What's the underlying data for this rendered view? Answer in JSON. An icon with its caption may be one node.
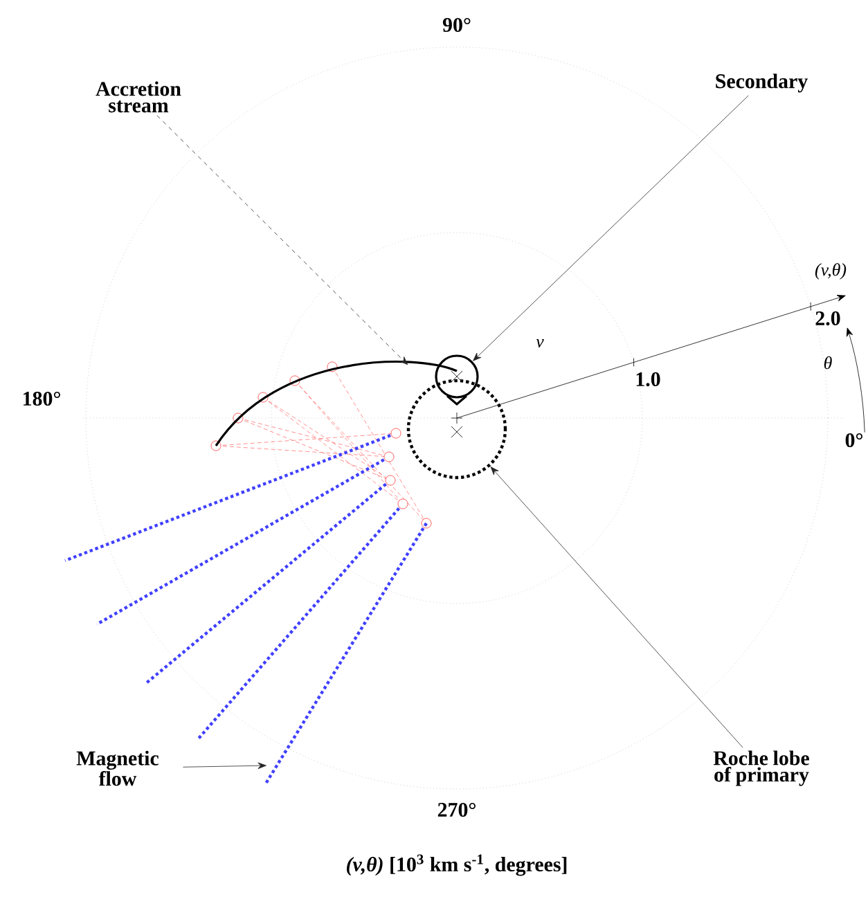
{
  "diagram": {
    "caption": "*(v,θ)* [10$^{3}$ km s$^{-1}$, degrees]",
    "nodes": [
      {
        "text": [
          "Accretion stream"
        ]
      },
      {
        "text": [
          "Secondary"
        ]
      },
      {
        "text": [
          "Magnetic flow"
        ]
      },
      {
        "text": [
          "Roche lobe of primary"
        ]
      },
      {
        "text": [],
        "shape": "curve"
      },
      {
        "text": [],
        "shape": "circle"
      },
      {
        "text": [],
        "shape": "circle"
      },
      {
        "text": [],
        "shape": "line"
      }
    ],
    "edges": [
      {
        "from": 0,
        "to": 4,
        "arrow": "to",
        "style": "dashed"
      },
      {
        "from": 1,
        "to": 5,
        "arrow": "to"
      },
      {
        "from": 2,
        "to": 7,
        "arrow": "to"
      },
      {
        "from": 3,
        "to": 6,
        "arrow": "to"
      }
    ],
    "labels": [
      "90°",
      "180°",
      "0°",
      "270°",
      "v",
      "1.0",
      "2.0",
      "(v,θ)",
      "θ"
    ]
  }
}
